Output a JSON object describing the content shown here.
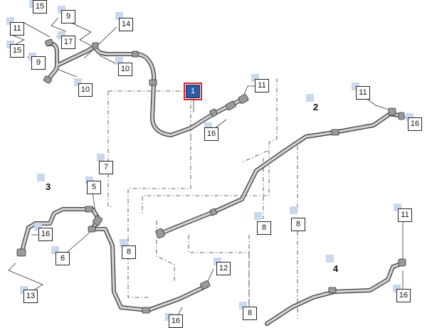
{
  "colors": {
    "pipe": "#a3a3a3",
    "pipe_outline": "#3f3f3f",
    "leader": "#333333",
    "marker": "#c9d8ec",
    "selected_fill": "#2d5aa6",
    "selected_border": "#e0202a"
  },
  "assembly_labels": {
    "a2": "2",
    "a3": "3",
    "a4": "4"
  },
  "callouts": {
    "c15a": "15",
    "c9a": "9",
    "c11a": "11",
    "c17": "17",
    "c14": "14",
    "c15b": "15",
    "c9b": "9",
    "c10a": "10",
    "c10b": "10",
    "c1": "1",
    "c11b": "11",
    "c16a": "16",
    "c11c": "11",
    "c16b": "16",
    "c7": "7",
    "c5": "5",
    "c16c": "16",
    "c6": "6",
    "c8a": "8",
    "c8b": "8",
    "c8c": "8",
    "c11d": "11",
    "c12": "12",
    "c16d": "16",
    "c16e": "16",
    "c13": "13",
    "c8d": "8"
  }
}
